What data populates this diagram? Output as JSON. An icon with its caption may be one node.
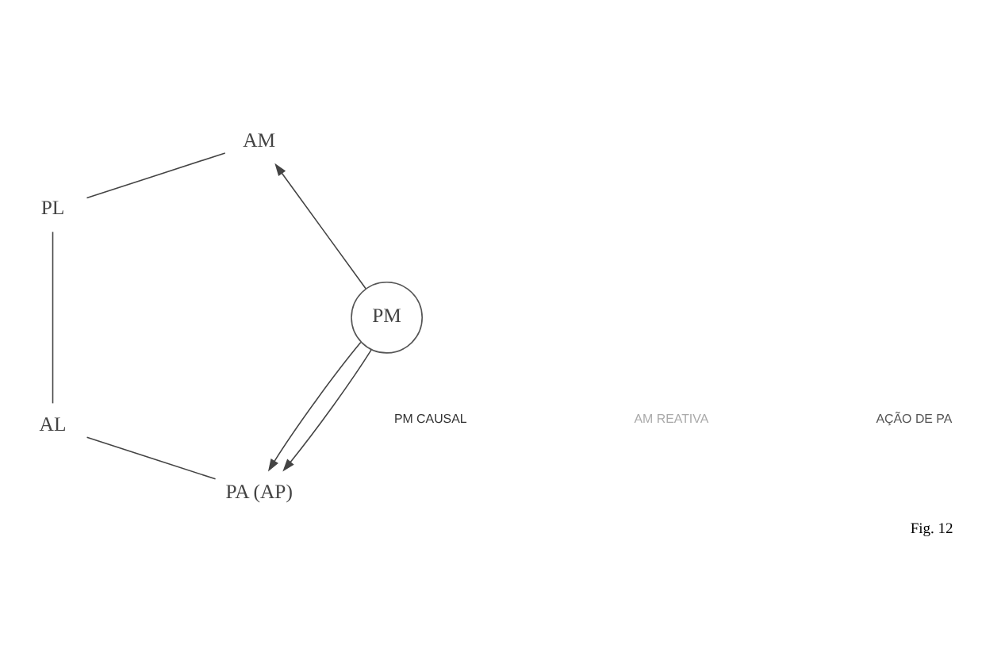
{
  "diagram": {
    "caption": "Fig. 12",
    "nodes": [
      {
        "text": [
          "PA (AP)"
        ]
      },
      {
        "text": [
          "PL"
        ]
      },
      {
        "text": [
          "AM"
        ]
      },
      {
        "text": [
          "PM"
        ]
      },
      {
        "text": [
          "AL"
        ]
      }
    ],
    "edges": [
      {
        "from": 3,
        "to": 0,
        "arrow": "to"
      },
      {
        "from": 3,
        "to": 0,
        "arrow": "to"
      },
      {
        "from": 3,
        "to": 2,
        "arrow": "to"
      },
      {
        "from": 0,
        "to": 4,
        "arrow": "none"
      },
      {
        "from": 4,
        "to": 1,
        "arrow": "none"
      },
      {
        "from": 1,
        "to": 2,
        "arrow": "none"
      }
    ],
    "labels": [
      "PM CAUSAL",
      "AM REATIVA",
      "AÇÃO DE PA"
    ]
  }
}
